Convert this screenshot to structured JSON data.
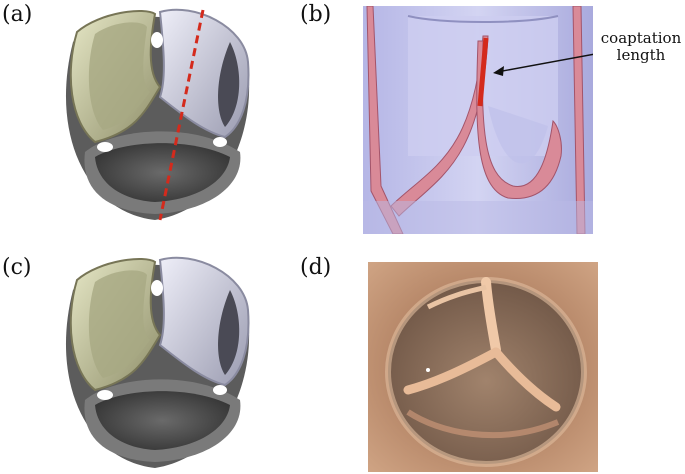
{
  "panels": [
    {
      "label": "(a)"
    },
    {
      "label": "(b)",
      "annotation": [
        "coaptation",
        "length"
      ]
    },
    {
      "label": "(c)"
    },
    {
      "label": "(d)"
    }
  ],
  "colors": {
    "leaflet_left": "#c8c99e",
    "leaflet_right": "#cfd0df",
    "leaflet_bottom": "#3a3a3a",
    "cut_line": "#d42a1c",
    "tissue_blue": "#c3c4ea",
    "tissue_pink": "#d98a98",
    "photo_bg": "#c79b7a"
  }
}
